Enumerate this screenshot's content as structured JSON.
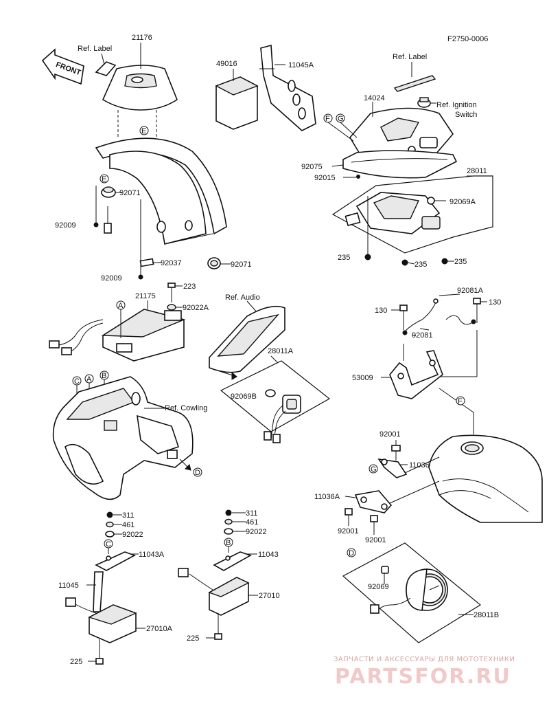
{
  "diagram_code": "F2750-0006",
  "direction_arrow": "FRONT",
  "labels": {
    "p21176": "21176",
    "ref_label_1": "Ref. Label",
    "p49016": "49016",
    "p11045A": "11045A",
    "ref_label_2": "Ref. Label",
    "p14024": "14024",
    "ref_ignition_1": "Ref. Ignition",
    "ref_ignition_2": "Switch",
    "p92075": "92075",
    "p92015": "92015",
    "p28011": "28011",
    "p92069A": "92069A",
    "p235a": "235",
    "p235b": "235",
    "p235c": "235",
    "p92071a": "92071",
    "p92009a": "92009",
    "p92037": "92037",
    "p92071b": "92071",
    "p92009b": "92009",
    "p223": "223",
    "p21175": "21175",
    "p92022A": "92022A",
    "ref_audio": "Ref. Audio",
    "p28011A": "28011A",
    "p92069B": "92069B",
    "ref_cowling": "Ref. Cowling",
    "p130a": "130",
    "p92081A": "92081A",
    "p130b": "130",
    "p92081": "92081",
    "p53009": "53009",
    "p92001a": "92001",
    "p11036": "11036",
    "p11036A": "11036A",
    "p92001b": "92001",
    "p92001c": "92001",
    "p311a": "311",
    "p461a": "461",
    "p92022a": "92022",
    "p11043A": "11043A",
    "p11045": "11045",
    "p27010A": "27010A",
    "p225a": "225",
    "p311b": "311",
    "p461b": "461",
    "p92022b": "92022",
    "p11043": "11043",
    "p27010": "27010",
    "p225b": "225",
    "p92069": "92069",
    "p28011B": "28011B"
  },
  "callouts": {
    "A": "A",
    "B": "B",
    "C": "C",
    "D": "D",
    "E": "E",
    "F": "F",
    "G": "G"
  },
  "watermark": {
    "tagline": "ЗАПЧАСТИ И АКСЕССУАРЫ ДЛЯ МОТОТЕХНИКИ",
    "site": "PARTSFOR.RU"
  }
}
